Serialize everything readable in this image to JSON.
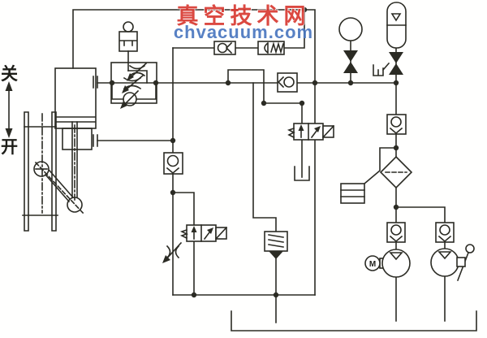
{
  "watermark": {
    "line1": "真空技术网",
    "line2": "chvacuum.com",
    "color_cn": "#d93a32",
    "color_en": "#4a77c0"
  },
  "labels": {
    "close": "关",
    "open": "开",
    "motor": "M"
  },
  "colors": {
    "line": "#2b2b24",
    "background": "#ffffff"
  },
  "components": [
    {
      "name": "gate-valve-frame",
      "type": "mechanical frame with pivot linkage"
    },
    {
      "name": "lift-cylinder",
      "type": "hydraulic cylinder with two ports"
    },
    {
      "name": "pilot-indicator-cylinder",
      "type": "small spring cylinder with ring"
    },
    {
      "name": "speed-control-block",
      "type": "two adjustable throttles + bypass check valve"
    },
    {
      "name": "check-valve-top",
      "type": "check valve"
    },
    {
      "name": "spring-loaded-check-valve",
      "type": "spring-seat check valve"
    },
    {
      "name": "line-check-valve",
      "type": "check valve on main line"
    },
    {
      "name": "pilot-operated-check-valve",
      "type": "check valve in block"
    },
    {
      "name": "solenoid-valve-1",
      "type": "2/2 solenoid valve with spring return"
    },
    {
      "name": "solenoid-valve-2",
      "type": "2/2 solenoid valve with spring return"
    },
    {
      "name": "throttle-valve",
      "type": "adjustable throttle"
    },
    {
      "name": "relief-valve",
      "type": "spring relief valve to tank"
    },
    {
      "name": "drain-funnel",
      "type": "local drain symbol"
    },
    {
      "name": "pressure-gauge",
      "type": "gauge"
    },
    {
      "name": "gauge-shutoff-valve",
      "type": "shutoff valve"
    },
    {
      "name": "accumulator",
      "type": "gas-loaded accumulator"
    },
    {
      "name": "accumulator-shutoff-valve",
      "type": "shutoff valve with vent port"
    },
    {
      "name": "pressure-switch",
      "type": "pressure switch box"
    },
    {
      "name": "filter",
      "type": "line filter"
    },
    {
      "name": "pump-check-valves",
      "type": "check valves above pumps"
    },
    {
      "name": "motor-pump",
      "type": "motor driven pump"
    },
    {
      "name": "hand-pump",
      "type": "hand lever pump"
    },
    {
      "name": "oil-tank",
      "type": "open reservoir"
    }
  ]
}
